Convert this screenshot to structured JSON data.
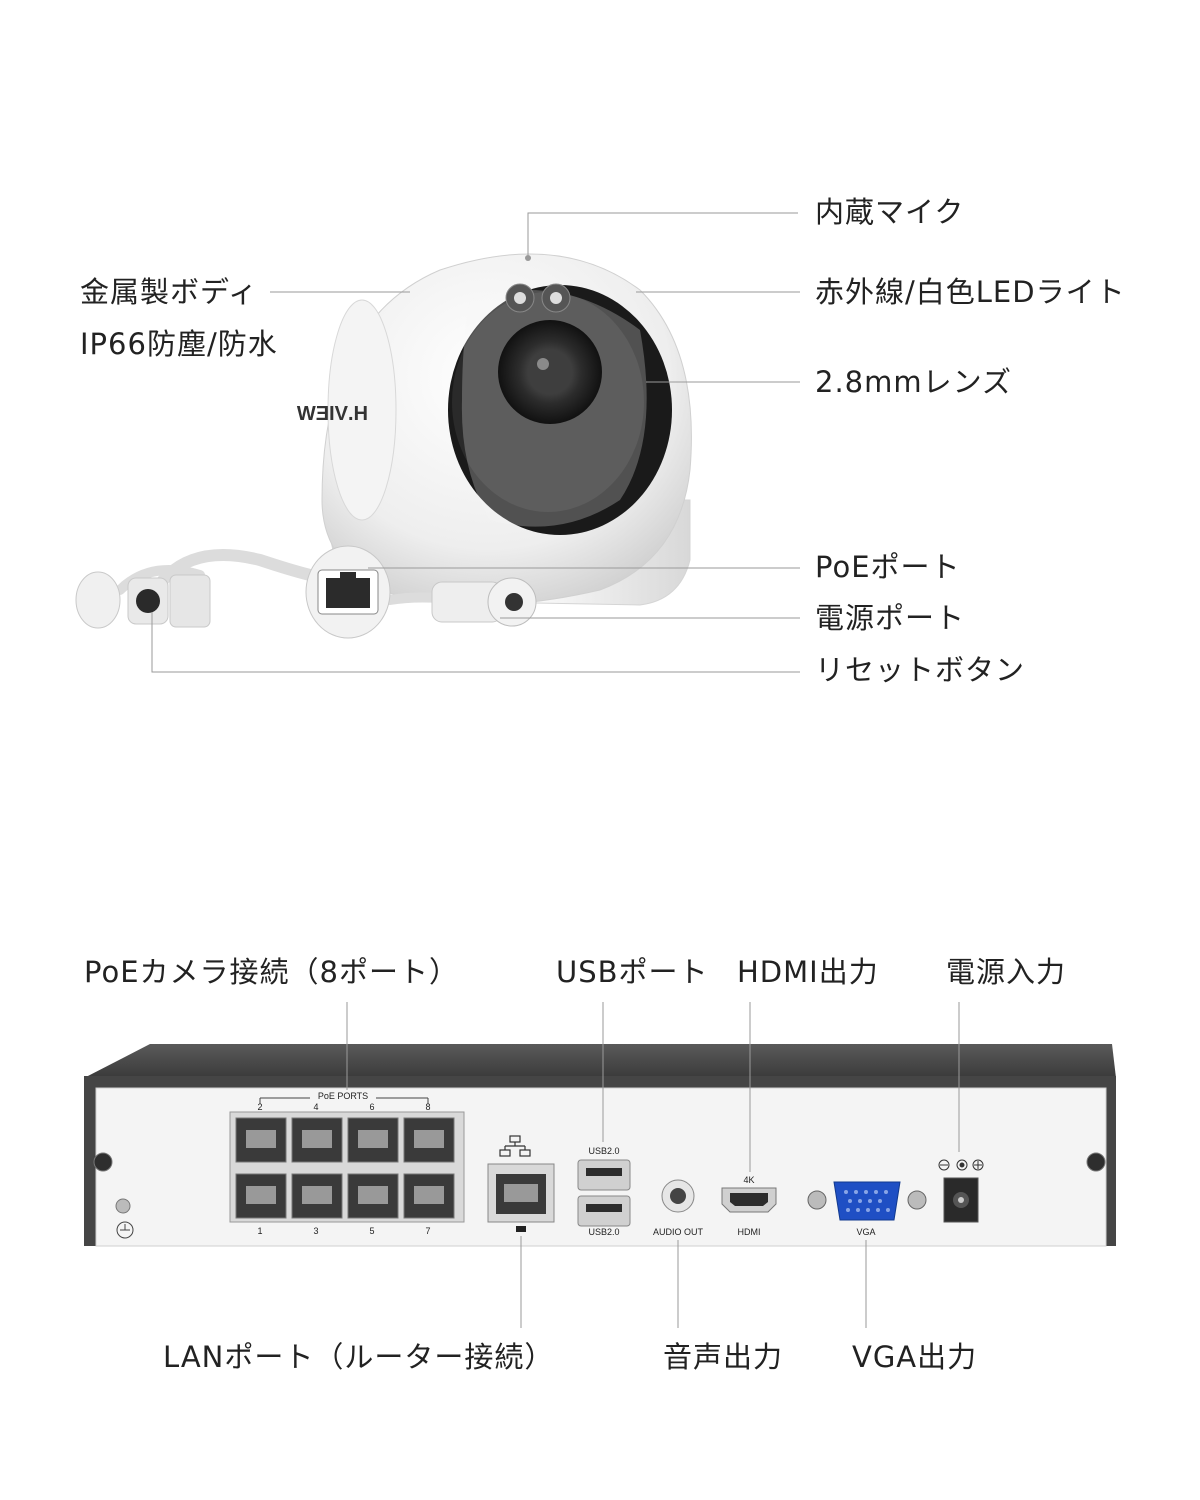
{
  "camera": {
    "brand": "H.VIEW",
    "labels": {
      "mic": "内蔵マイク",
      "body": "金属製ボディ",
      "ip66": "IP66防塵/防水",
      "led": "赤外線/白色LEDライト",
      "lens": "2.8mmレンズ",
      "poe": "PoEポート",
      "power": "電源ポート",
      "reset": "リセットボタン"
    }
  },
  "nvr": {
    "labels": {
      "poe_cam": "PoEカメラ接続（8ポート）",
      "usb": "USBポート",
      "hdmi": "HDMI出力",
      "power_in": "電源入力",
      "lan": "LANポート（ルーター接続）",
      "audio": "音声出力",
      "vga": "VGA出力"
    },
    "panel": {
      "poe_ports": "PoE PORTS",
      "port_top": [
        "2",
        "4",
        "6",
        "8"
      ],
      "port_bottom": [
        "1",
        "3",
        "5",
        "7"
      ],
      "usb1": "USB2.0",
      "usb2": "USB2.0",
      "audio_out": "AUDIO OUT",
      "hdmi_4k": "4K",
      "hdmi": "HDMI",
      "vga": "VGA"
    }
  },
  "colors": {
    "vga_blue": "#1f4fc4",
    "chassis": "#4a4a4a",
    "panel": "#f3f3f3"
  }
}
